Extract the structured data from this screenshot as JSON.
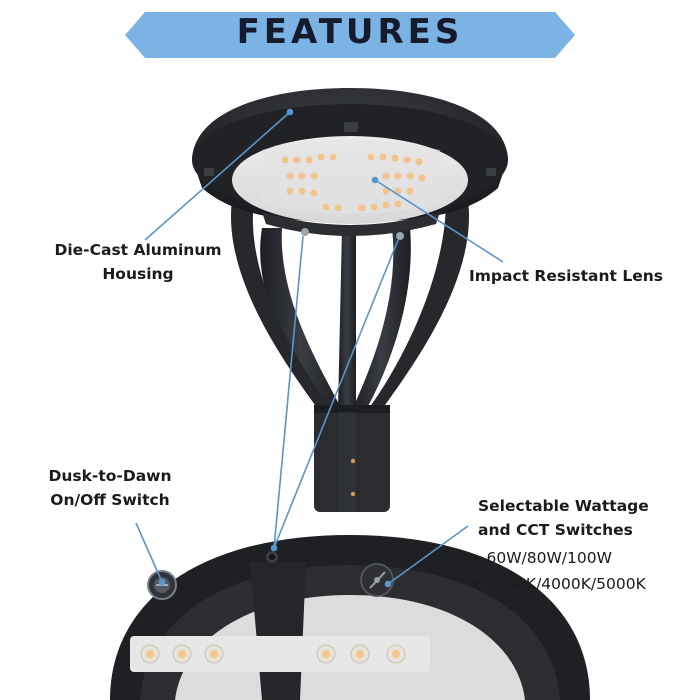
{
  "banner": {
    "title": "FEATURES",
    "color": "#7ab3e4",
    "text_color": "#151b2c"
  },
  "callouts": {
    "housing": {
      "line1": "Die-Cast Aluminum",
      "line2": "Housing"
    },
    "lens": {
      "label": "Impact Resistant Lens"
    },
    "dusk": {
      "line1": "Dusk-to-Dawn",
      "line2": "On/Off Switch"
    },
    "switches": {
      "line1": "Selectable Wattage",
      "line2": "and CCT Switches",
      "options": [
        "60W/80W/100W",
        "3000K/4000K/5000K"
      ]
    }
  },
  "colors": {
    "fixture": "#25272b",
    "leader_line": "#5a95cc",
    "led_warm": "#f1c58c"
  },
  "icons": {
    "fixture": "post-top-light-fixture",
    "bottom": "fixture-underside-closeup"
  }
}
